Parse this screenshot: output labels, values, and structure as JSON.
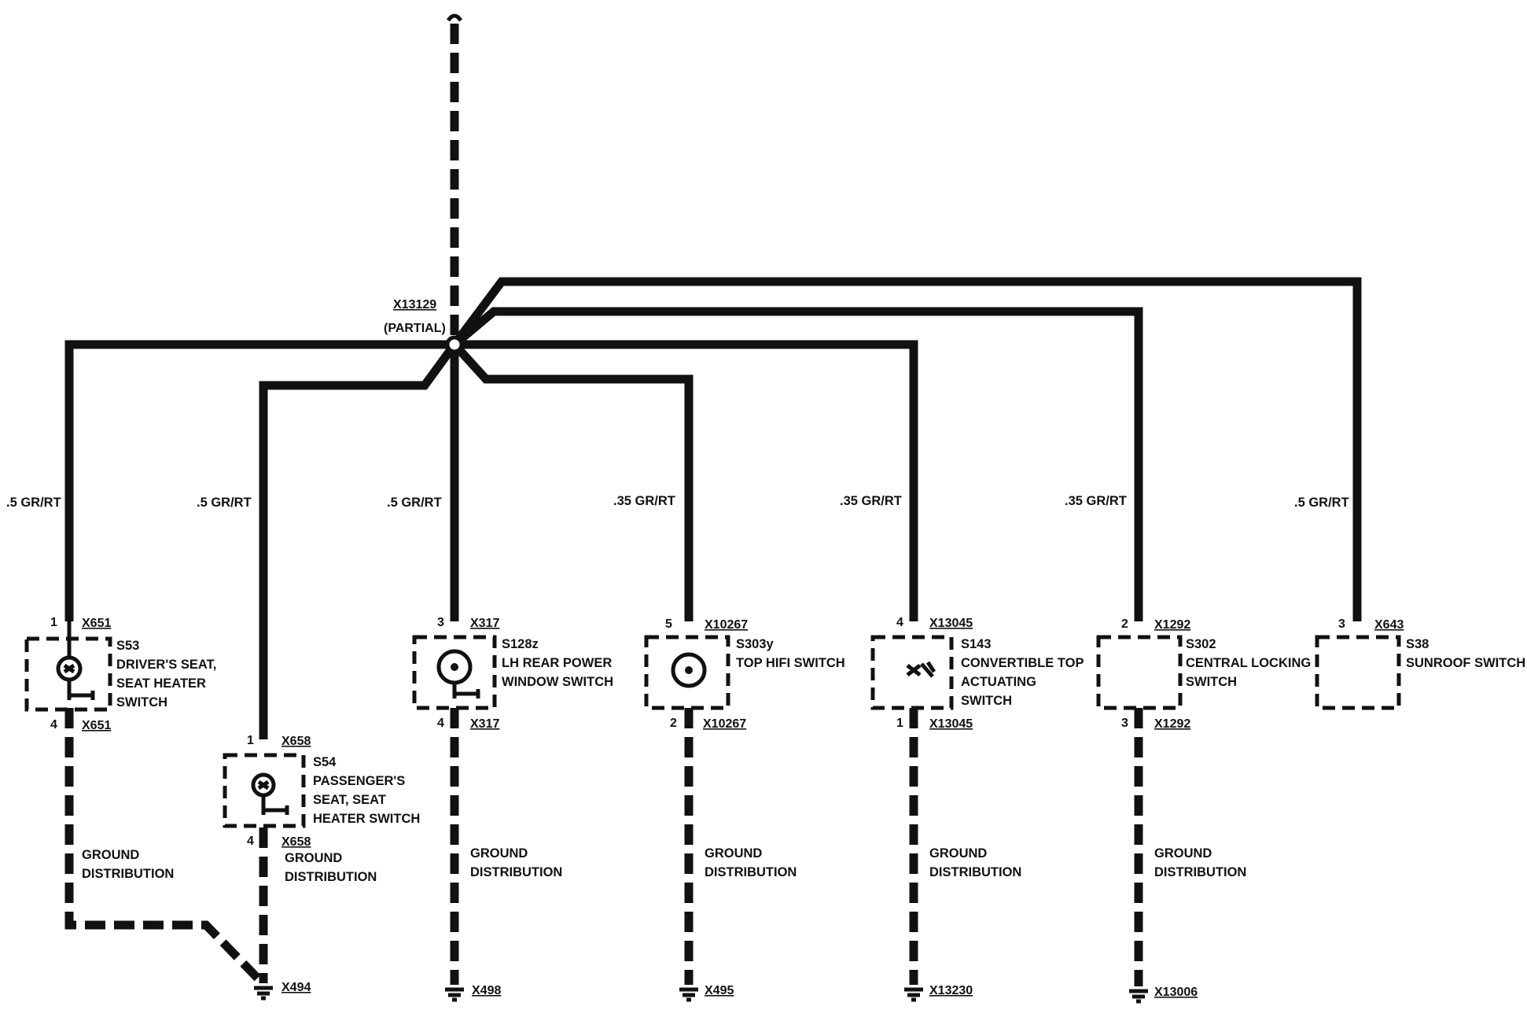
{
  "splice": {
    "id": "X13129",
    "note": "(PARTIAL)"
  },
  "wire_color": "#111111",
  "columns": [
    {
      "key": "s53",
      "wire": ".5 GR/RT",
      "pin_top": "1",
      "conn_top": "X651",
      "pin_bot": "4",
      "conn_bot": "X651",
      "switch_lines": [
        "S53",
        "DRIVER'S SEAT,",
        "SEAT HEATER",
        "SWITCH"
      ],
      "ground_lines": [
        "GROUND",
        "DISTRIBUTION"
      ],
      "ground_conn": "X494"
    },
    {
      "key": "s54",
      "wire": ".5 GR/RT",
      "pin_top": "1",
      "conn_top": "X658",
      "pin_bot": "4",
      "conn_bot": "X658",
      "switch_lines": [
        "S54",
        "PASSENGER'S",
        "SEAT, SEAT",
        "HEATER SWITCH"
      ],
      "ground_lines": [
        "GROUND",
        "DISTRIBUTION"
      ],
      "ground_conn": "X494"
    },
    {
      "key": "s128",
      "wire": ".5 GR/RT",
      "pin_top": "3",
      "conn_top": "X317",
      "pin_bot": "4",
      "conn_bot": "X317",
      "switch_lines": [
        "S128z",
        "LH REAR POWER",
        "WINDOW SWITCH"
      ],
      "ground_lines": [
        "GROUND",
        "DISTRIBUTION"
      ],
      "ground_conn": "X498"
    },
    {
      "key": "s303",
      "wire": ".35 GR/RT",
      "pin_top": "5",
      "conn_top": "X10267",
      "pin_bot": "2",
      "conn_bot": "X10267",
      "switch_lines": [
        "S303y",
        "TOP HIFI SWITCH"
      ],
      "ground_lines": [
        "GROUND",
        "DISTRIBUTION"
      ],
      "ground_conn": "X495"
    },
    {
      "key": "s143",
      "wire": ".35 GR/RT",
      "pin_top": "4",
      "conn_top": "X13045",
      "pin_bot": "1",
      "conn_bot": "X13045",
      "switch_lines": [
        "S143",
        "CONVERTIBLE TOP",
        "ACTUATING",
        "SWITCH"
      ],
      "ground_lines": [
        "GROUND",
        "DISTRIBUTION"
      ],
      "ground_conn": "X13230"
    },
    {
      "key": "s302",
      "wire": ".35 GR/RT",
      "pin_top": "2",
      "conn_top": "X1292",
      "pin_bot": "3",
      "conn_bot": "X1292",
      "switch_lines": [
        "S302",
        "CENTRAL LOCKING",
        "SWITCH"
      ],
      "ground_lines": [
        "GROUND",
        "DISTRIBUTION"
      ],
      "ground_conn": "X13006"
    },
    {
      "key": "s38",
      "wire": ".5 GR/RT",
      "pin_top": "3",
      "conn_top": "X643",
      "switch_lines": [
        "S38",
        "SUNROOF SWITCH"
      ]
    }
  ]
}
